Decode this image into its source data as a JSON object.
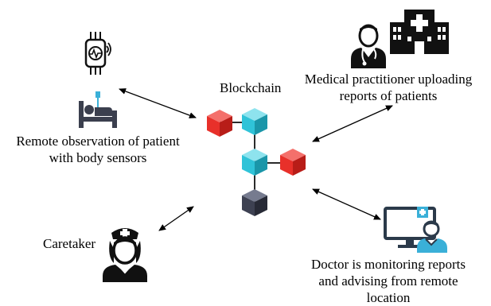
{
  "labels": {
    "blockchain": "Blockchain",
    "medical_line1": "Medical practitioner uploading",
    "medical_line2": "reports  of patients",
    "remote_line1": "Remote observation of patient",
    "remote_line2": "with body sensors",
    "caretaker": "Caretaker",
    "doctor_line1": "Doctor is monitoring reports",
    "doctor_line2": "and advising from remote",
    "doctor_line3": "location"
  },
  "icons": {
    "smartwatch": "smartwatch-icon",
    "patient_bed": "patient-bed-icon",
    "medical_practitioner": "medical-practitioner-icon",
    "hospital": "hospital-icon",
    "caretaker": "nurse-icon",
    "doctor": "doctor-monitor-icon",
    "blockchain": "blockchain-cubes-icon"
  },
  "colors": {
    "cube_red": "#e8302a",
    "cube_cyan": "#2fc3d8",
    "cube_dark": "#3d4152",
    "accent_blue": "#3ab0d8",
    "icon_black": "#111111"
  }
}
